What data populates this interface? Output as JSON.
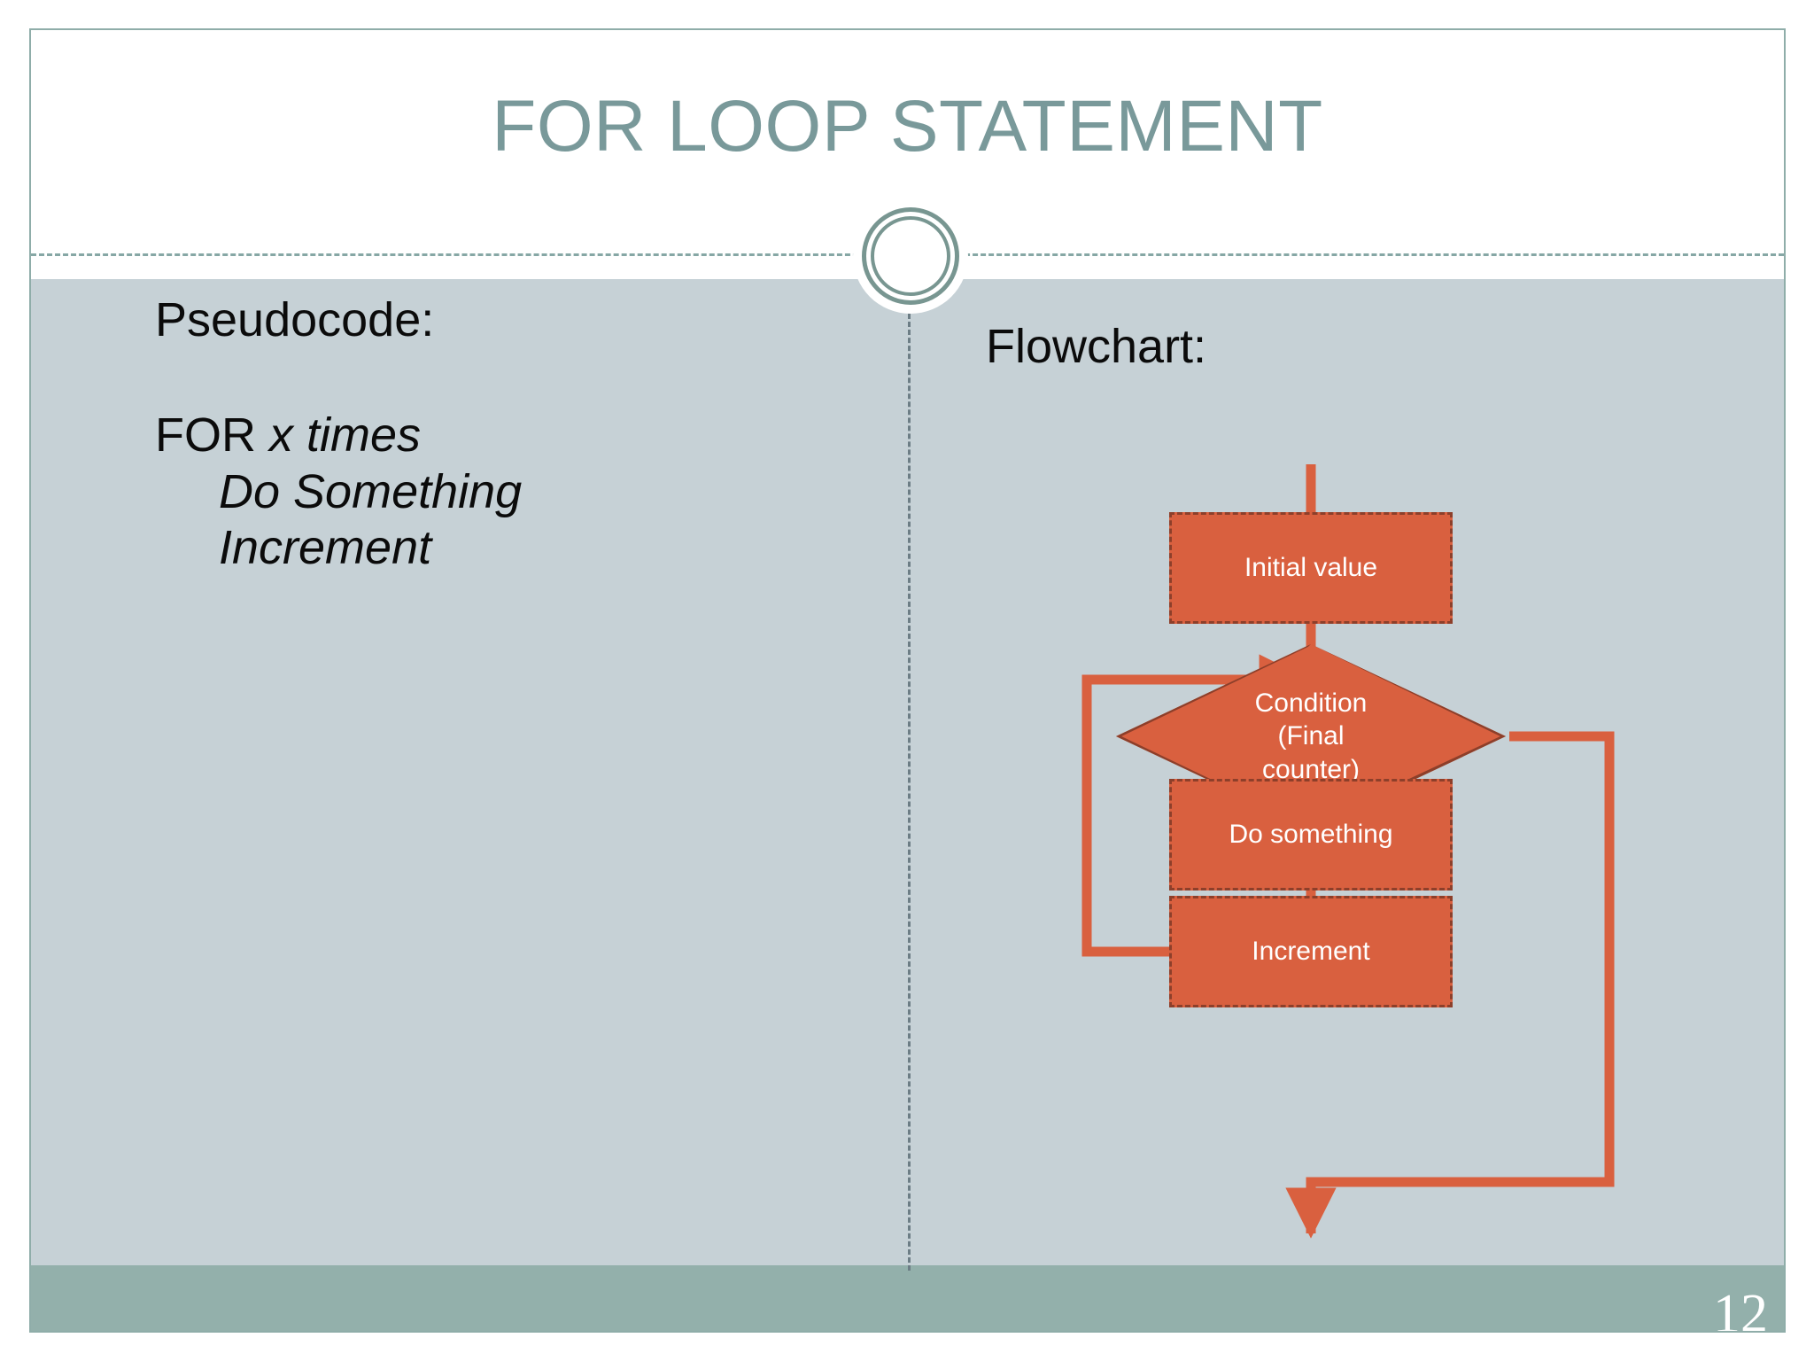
{
  "slide": {
    "title": "FOR LOOP STATEMENT",
    "page_number": "12",
    "accent_orange": "#d9603f",
    "accent_orange_border": "#8d3f2a",
    "title_color": "#79999a",
    "body_bg": "#c6d1d6",
    "footer_bg": "#93b0ab"
  },
  "pseudocode": {
    "heading": "Pseudocode:",
    "lines": [
      {
        "keyword": "FOR ",
        "emphasis": "x times",
        "indent": false
      },
      {
        "keyword": "",
        "emphasis": "Do Something",
        "indent": true
      },
      {
        "keyword": "",
        "emphasis": "Increment",
        "indent": true
      }
    ]
  },
  "flowchart": {
    "heading": "Flowchart:",
    "nodes": {
      "initial": "Initial value",
      "condition_line1": "Condition",
      "condition_line2": "(Final",
      "condition_line3": "counter)",
      "do_something": "Do something",
      "increment": "Increment"
    }
  }
}
